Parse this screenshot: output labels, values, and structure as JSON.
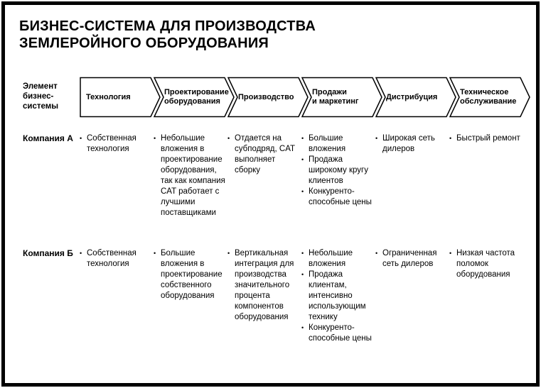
{
  "title": "БИЗНЕС-СИСТЕМА ДЛЯ ПРОИЗВОДСТВА ЗЕМЛЕРОЙНОГО ОБОРУДОВАНИЯ",
  "axis_label": "Элемент\nбизнес-\nсистемы",
  "bullet_char": "•",
  "colors": {
    "ink": "#000000",
    "paper": "#ffffff"
  },
  "process_steps": [
    "Технология",
    "Проектирование\nоборудования",
    "Производство",
    "Продажи\nи маркетинг",
    "Дистрибуция",
    "Техническое\nобслуживание"
  ],
  "rows": [
    {
      "label": "Компания А",
      "cells": [
        [
          "Собственная технология"
        ],
        [
          "Небольшие вложения в проектирование оборудования, так как компания CAT работает с лучшими поставщиками"
        ],
        [
          "Отдается на субподряд, CAT выполняет сборку"
        ],
        [
          "Большие вложения",
          "Продажа широкому кругу клиентов",
          "Конкуренто-способные цены"
        ],
        [
          "Широкая сеть дилеров"
        ],
        [
          "Быстрый ремонт"
        ]
      ]
    },
    {
      "label": "Компания Б",
      "cells": [
        [
          "Собственная технология"
        ],
        [
          "Большие вложения в проектирование собственного оборудования"
        ],
        [
          "Вертикальная интеграция для производства значительного процента компонентов оборудования"
        ],
        [
          "Небольшие вложения",
          "Продажа клиентам, интенсивно использующим технику",
          "Конкуренто-способные цены"
        ],
        [
          "Ограниченная сеть дилеров"
        ],
        [
          "Низкая частота поломок оборудования"
        ]
      ]
    }
  ]
}
